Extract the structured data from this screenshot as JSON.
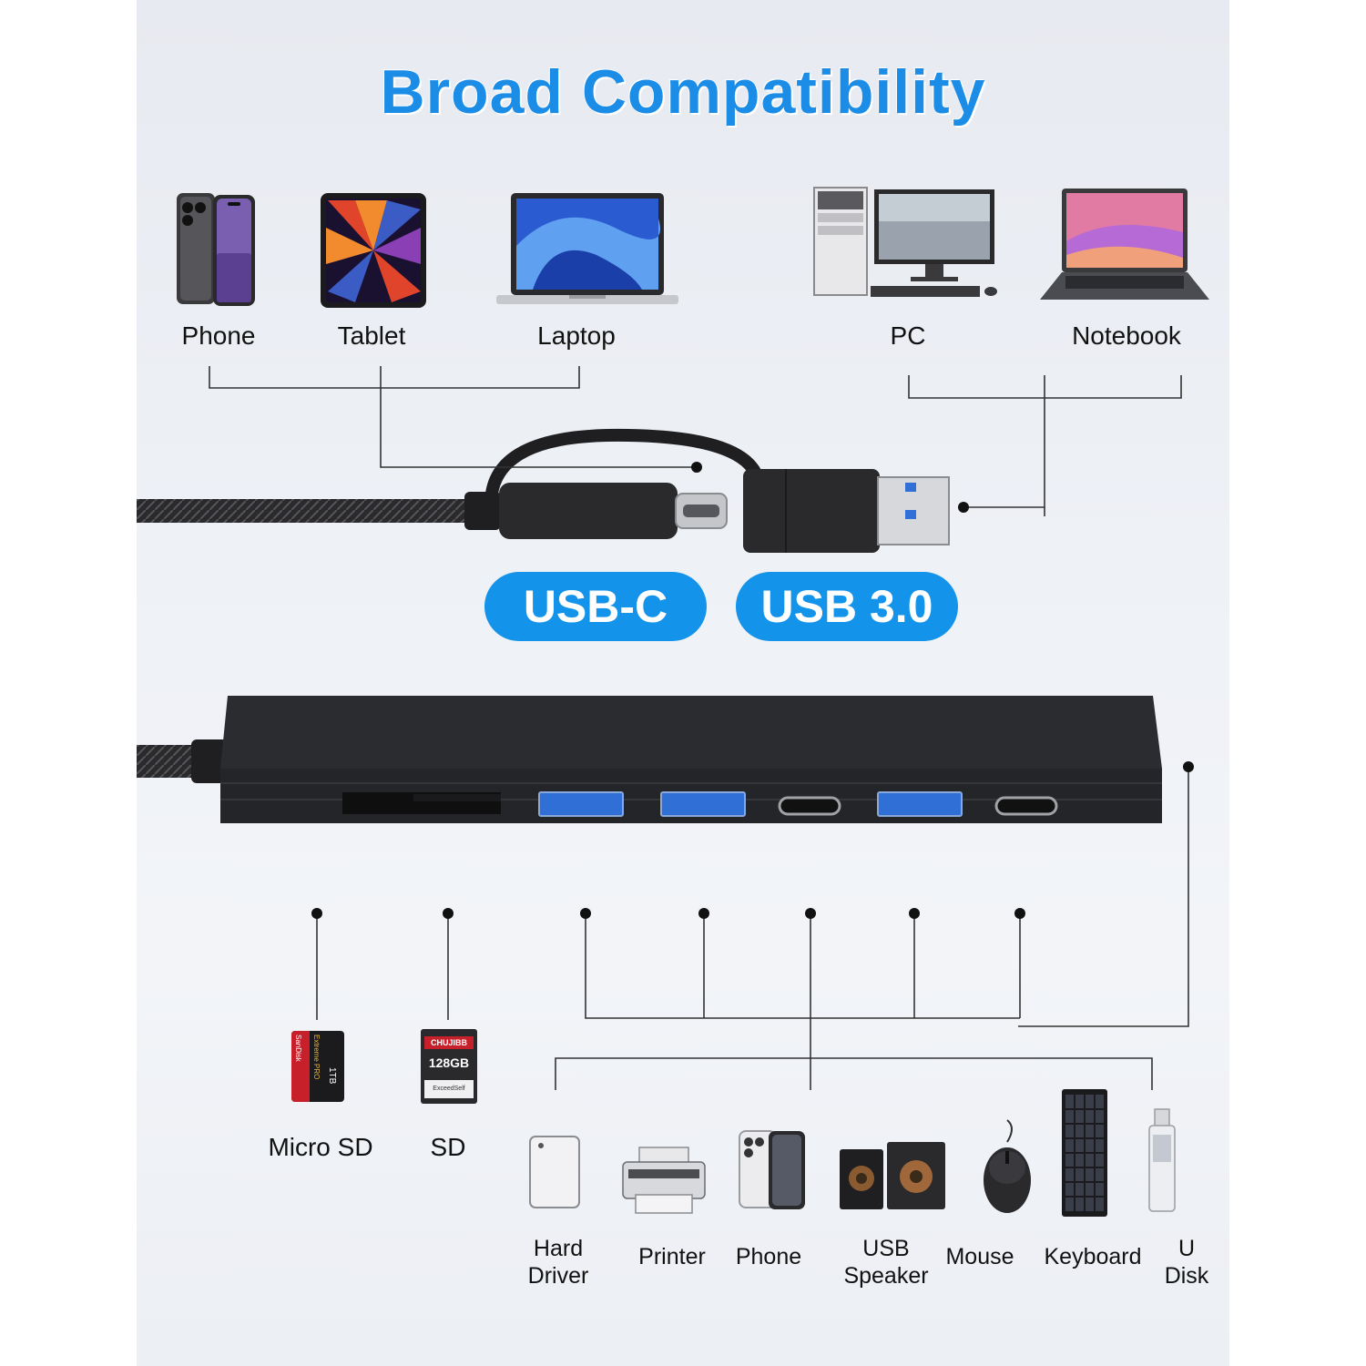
{
  "title": "Broad Compatibility",
  "host_devices": [
    {
      "label": "Phone",
      "icon": "smartphone-icon"
    },
    {
      "label": "Tablet",
      "icon": "tablet-icon"
    },
    {
      "label": "Laptop",
      "icon": "laptop-icon"
    },
    {
      "label": "PC",
      "icon": "desktop-pc-icon"
    },
    {
      "label": "Notebook",
      "icon": "notebook-icon"
    }
  ],
  "connectors": {
    "usb_c": "USB-C",
    "usb_a": "USB 3.0"
  },
  "card_slots": [
    {
      "label": "Micro SD",
      "icon": "micro-sd-card-icon",
      "card_text": [
        "SanDisk",
        "Extreme PRO",
        "1TB"
      ]
    },
    {
      "label": "SD",
      "icon": "sd-card-icon",
      "card_text": [
        "CHUJIBB",
        "128GB",
        "ExceedSelf"
      ]
    }
  ],
  "peripherals": [
    {
      "label_lines": [
        "Hard",
        "Driver"
      ],
      "icon": "hard-drive-icon"
    },
    {
      "label_lines": [
        "Printer"
      ],
      "icon": "printer-icon"
    },
    {
      "label_lines": [
        "Phone"
      ],
      "icon": "smartphone-icon"
    },
    {
      "label_lines": [
        "USB",
        "Speaker"
      ],
      "icon": "speaker-icon"
    },
    {
      "label_lines": [
        "Mouse"
      ],
      "icon": "mouse-icon"
    },
    {
      "label_lines": [
        "Keyboard"
      ],
      "icon": "keyboard-icon"
    },
    {
      "label_lines": [
        "U",
        "Disk"
      ],
      "icon": "usb-flash-drive-icon"
    }
  ],
  "colors": {
    "accent": "#1493ea",
    "title": "#1c8de6",
    "hub": "#2a2c30",
    "usb_port": "#2f6fd6"
  }
}
